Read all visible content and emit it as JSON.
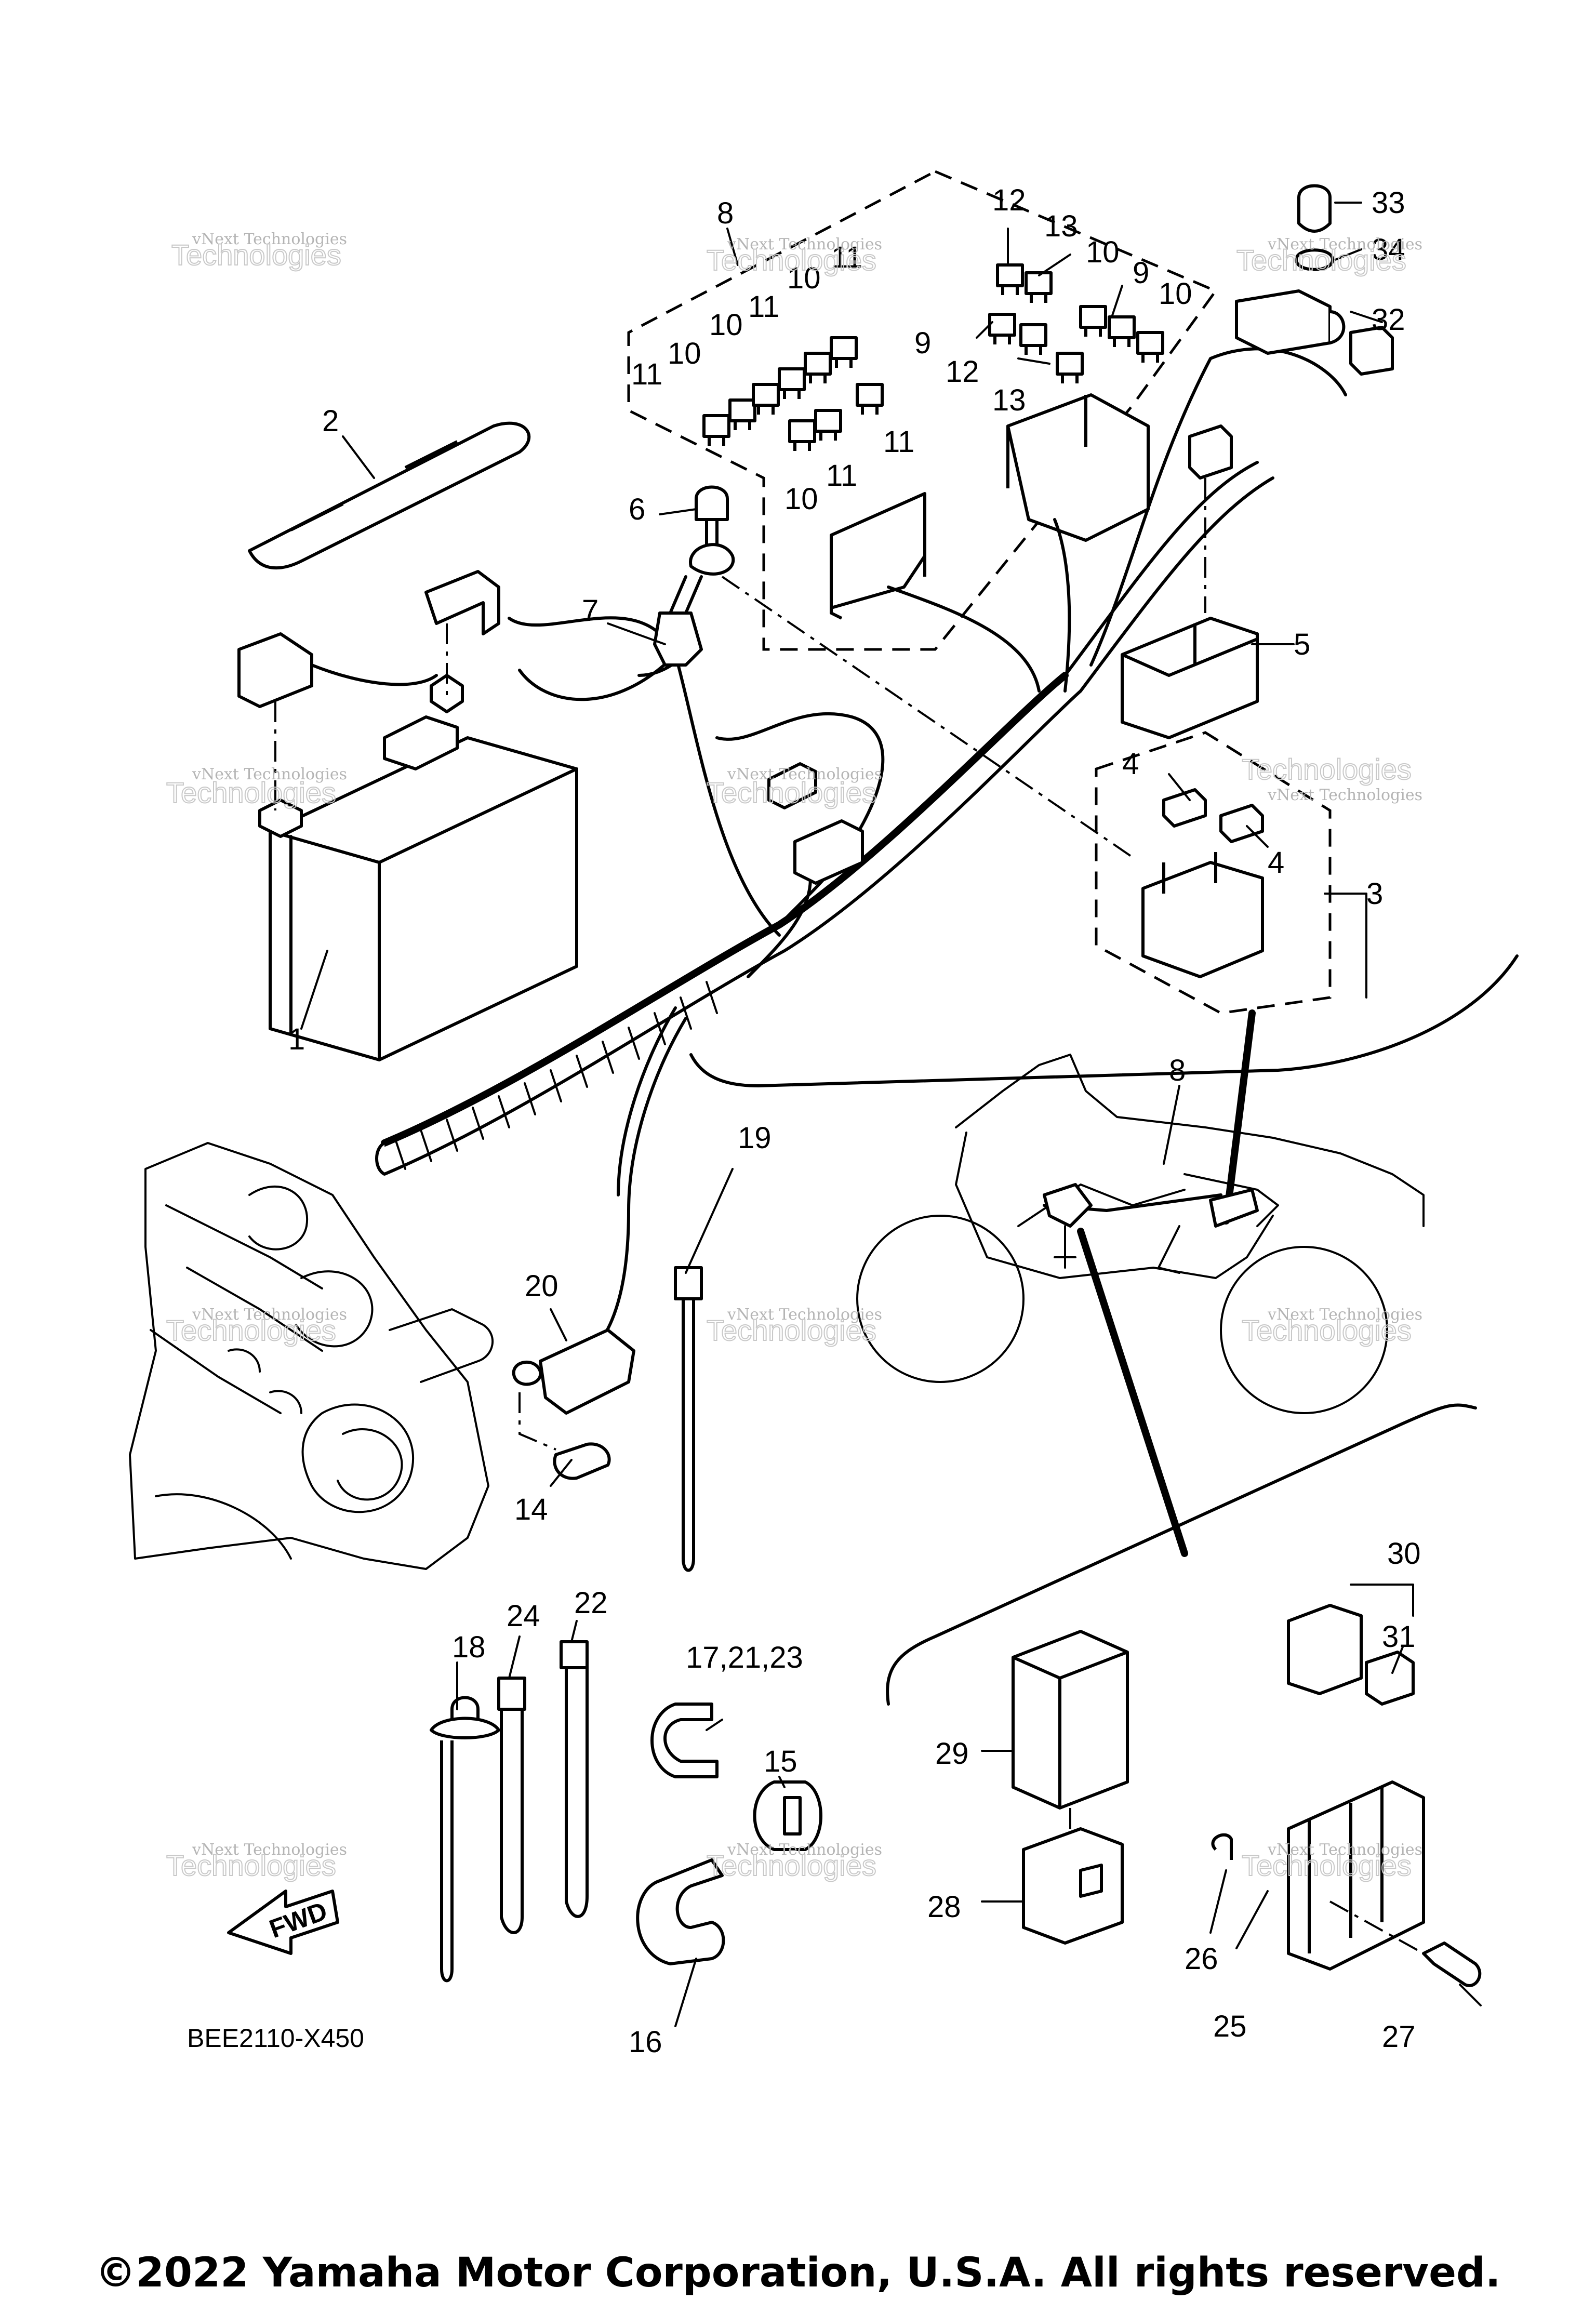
{
  "callouts": {
    "c1": "1",
    "c2": "2",
    "c3": "3",
    "c4a": "4",
    "c4b": "4",
    "c5": "5",
    "c6": "6",
    "c7": "7",
    "c8a": "8",
    "c8b": "8",
    "c9a": "9",
    "c9b": "9",
    "c10a": "10",
    "c10b": "10",
    "c10c": "10",
    "c10d": "10",
    "c10e": "10",
    "c10f": "10",
    "c11a": "11",
    "c11b": "11",
    "c11c": "11",
    "c11d": "11",
    "c11e": "11",
    "c12a": "12",
    "c12b": "12",
    "c13a": "13",
    "c13b": "13",
    "c14": "14",
    "c15": "15",
    "c16": "16",
    "c17": "17,21,23",
    "c18": "18",
    "c19": "19",
    "c20": "20",
    "c22": "22",
    "c24": "24",
    "c25": "25",
    "c26": "26",
    "c27": "27",
    "c28": "28",
    "c29": "29",
    "c30": "30",
    "c31": "31",
    "c32": "32",
    "c33": "33",
    "c34": "34"
  },
  "fwd_label": "FWD",
  "diagram_code": "BEE2110-X450",
  "watermark": {
    "line1": "vNext Technologies",
    "line2": "Technologies"
  },
  "copyright": "©2022 Yamaha Motor Corporation, U.S.A. All rights reserved."
}
